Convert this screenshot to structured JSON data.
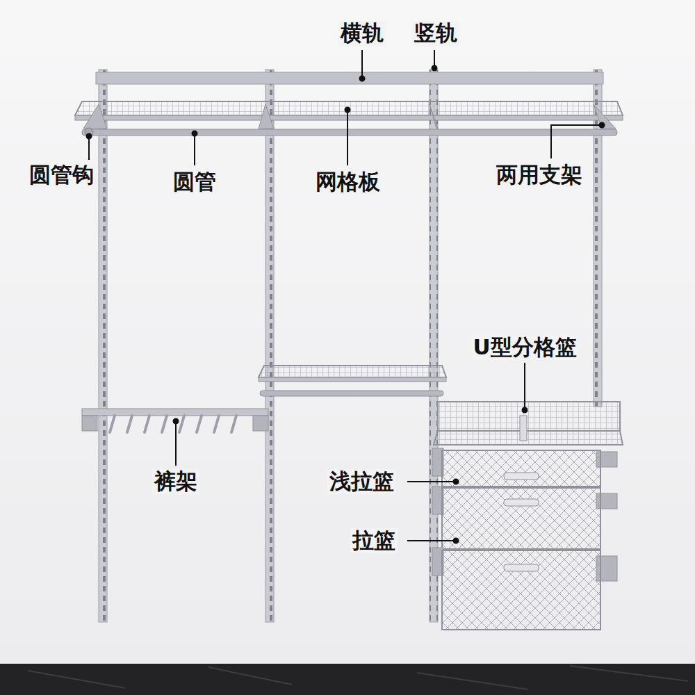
{
  "diagram": {
    "labels": [
      "横轨",
      "竖轨",
      "圆管钩",
      "圆管",
      "网格板",
      "两用支架",
      "U型分格篮",
      "裤架",
      "浅拉篮",
      "拉篮"
    ]
  }
}
